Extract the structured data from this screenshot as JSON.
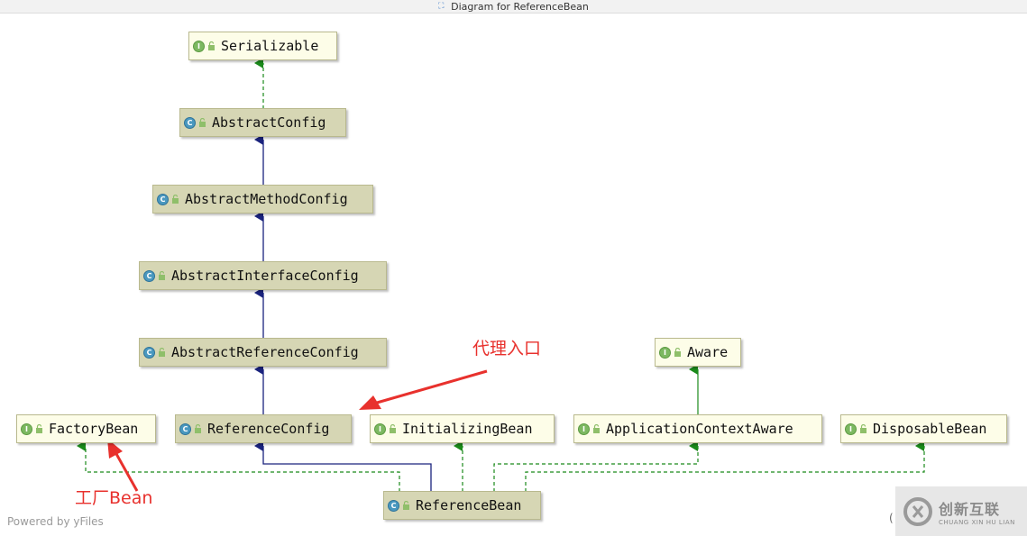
{
  "window": {
    "title": "Diagram for ReferenceBean"
  },
  "nodes": {
    "serializable": {
      "label": "Serializable",
      "kind": "I"
    },
    "abstract_config": {
      "label": "AbstractConfig",
      "kind": "C"
    },
    "abstract_method_config": {
      "label": "AbstractMethodConfig",
      "kind": "C"
    },
    "abstract_interface_config": {
      "label": "AbstractInterfaceConfig",
      "kind": "C"
    },
    "abstract_reference_config": {
      "label": "AbstractReferenceConfig",
      "kind": "C"
    },
    "factory_bean": {
      "label": "FactoryBean",
      "kind": "I"
    },
    "reference_config": {
      "label": "ReferenceConfig",
      "kind": "C"
    },
    "initializing_bean": {
      "label": "InitializingBean",
      "kind": "I"
    },
    "aware": {
      "label": "Aware",
      "kind": "I"
    },
    "application_context_aware": {
      "label": "ApplicationContextAware",
      "kind": "I"
    },
    "disposable_bean": {
      "label": "DisposableBean",
      "kind": "I"
    },
    "reference_bean": {
      "label": "ReferenceBean",
      "kind": "C"
    }
  },
  "annotations": {
    "proxy_entry": "代理入口",
    "factory_bean": "工厂Bean"
  },
  "footer": {
    "powered_by": "Powered by yFiles",
    "corner_char": "("
  },
  "watermark": {
    "main": "创新互联",
    "sub": "CHUANG XIN HU LIAN"
  },
  "colors": {
    "extends_edge": "#1a237e",
    "implements_edge": "#1a8a1a",
    "annotation": "#e8312d",
    "interface_fill": "#fdfde8",
    "class_fill": "#d6d6b4"
  }
}
